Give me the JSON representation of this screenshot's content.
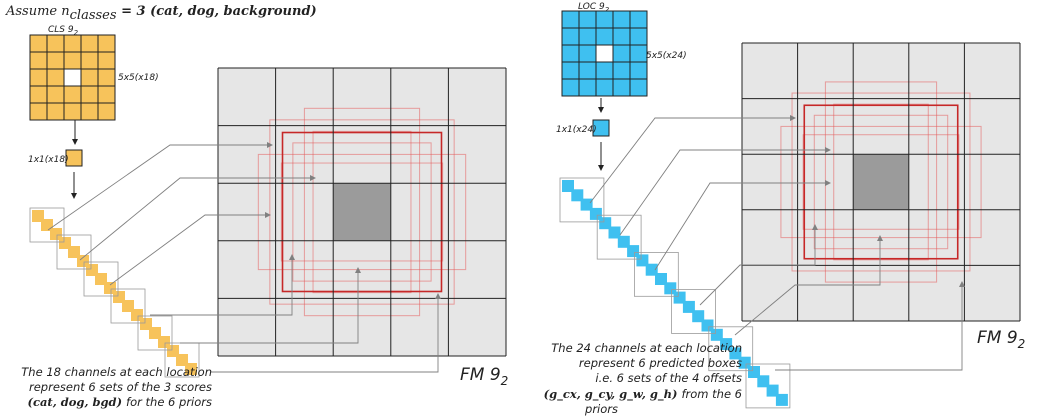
{
  "title": {
    "prefix": "Assume n",
    "subscript": "classes",
    "suffix": " = 3 (cat, dog, background)"
  },
  "left": {
    "kernel_label": "CLS 9",
    "kernel_label_sub": "2",
    "kernel_size": "5x5(x18)",
    "pointwise_label": "1x1(x18)",
    "fm_label": "FM 9",
    "fm_label_sub": "2",
    "caption_lines": [
      "The 18 channels at each location",
      "represent 6 sets of the 3 scores",
      "for the 6 priors"
    ],
    "caption_math": "(cat, dog, bgd)",
    "color": "#f7c35b"
  },
  "right": {
    "kernel_label": "LOC 9",
    "kernel_label_sub": "2",
    "kernel_size": "5x5(x24)",
    "pointwise_label": "1x1(x24)",
    "fm_label": "FM 9",
    "fm_label_sub": "2",
    "caption_lines": [
      "The 24 channels at each location",
      "represent 6 predicted boxes",
      "i.e. 6 sets of the 4 offsets",
      "from the 6",
      "priors"
    ],
    "caption_math": "(g_cx, g_cy, g_w, g_h)",
    "color": "#3fc0f0"
  },
  "colors": {
    "grid_fill": "#e6e6e6",
    "center_cell": "#9b9b9b",
    "prior_box": "#e35c5c",
    "prior_box_main": "#c62828",
    "arrow": "#808080"
  }
}
